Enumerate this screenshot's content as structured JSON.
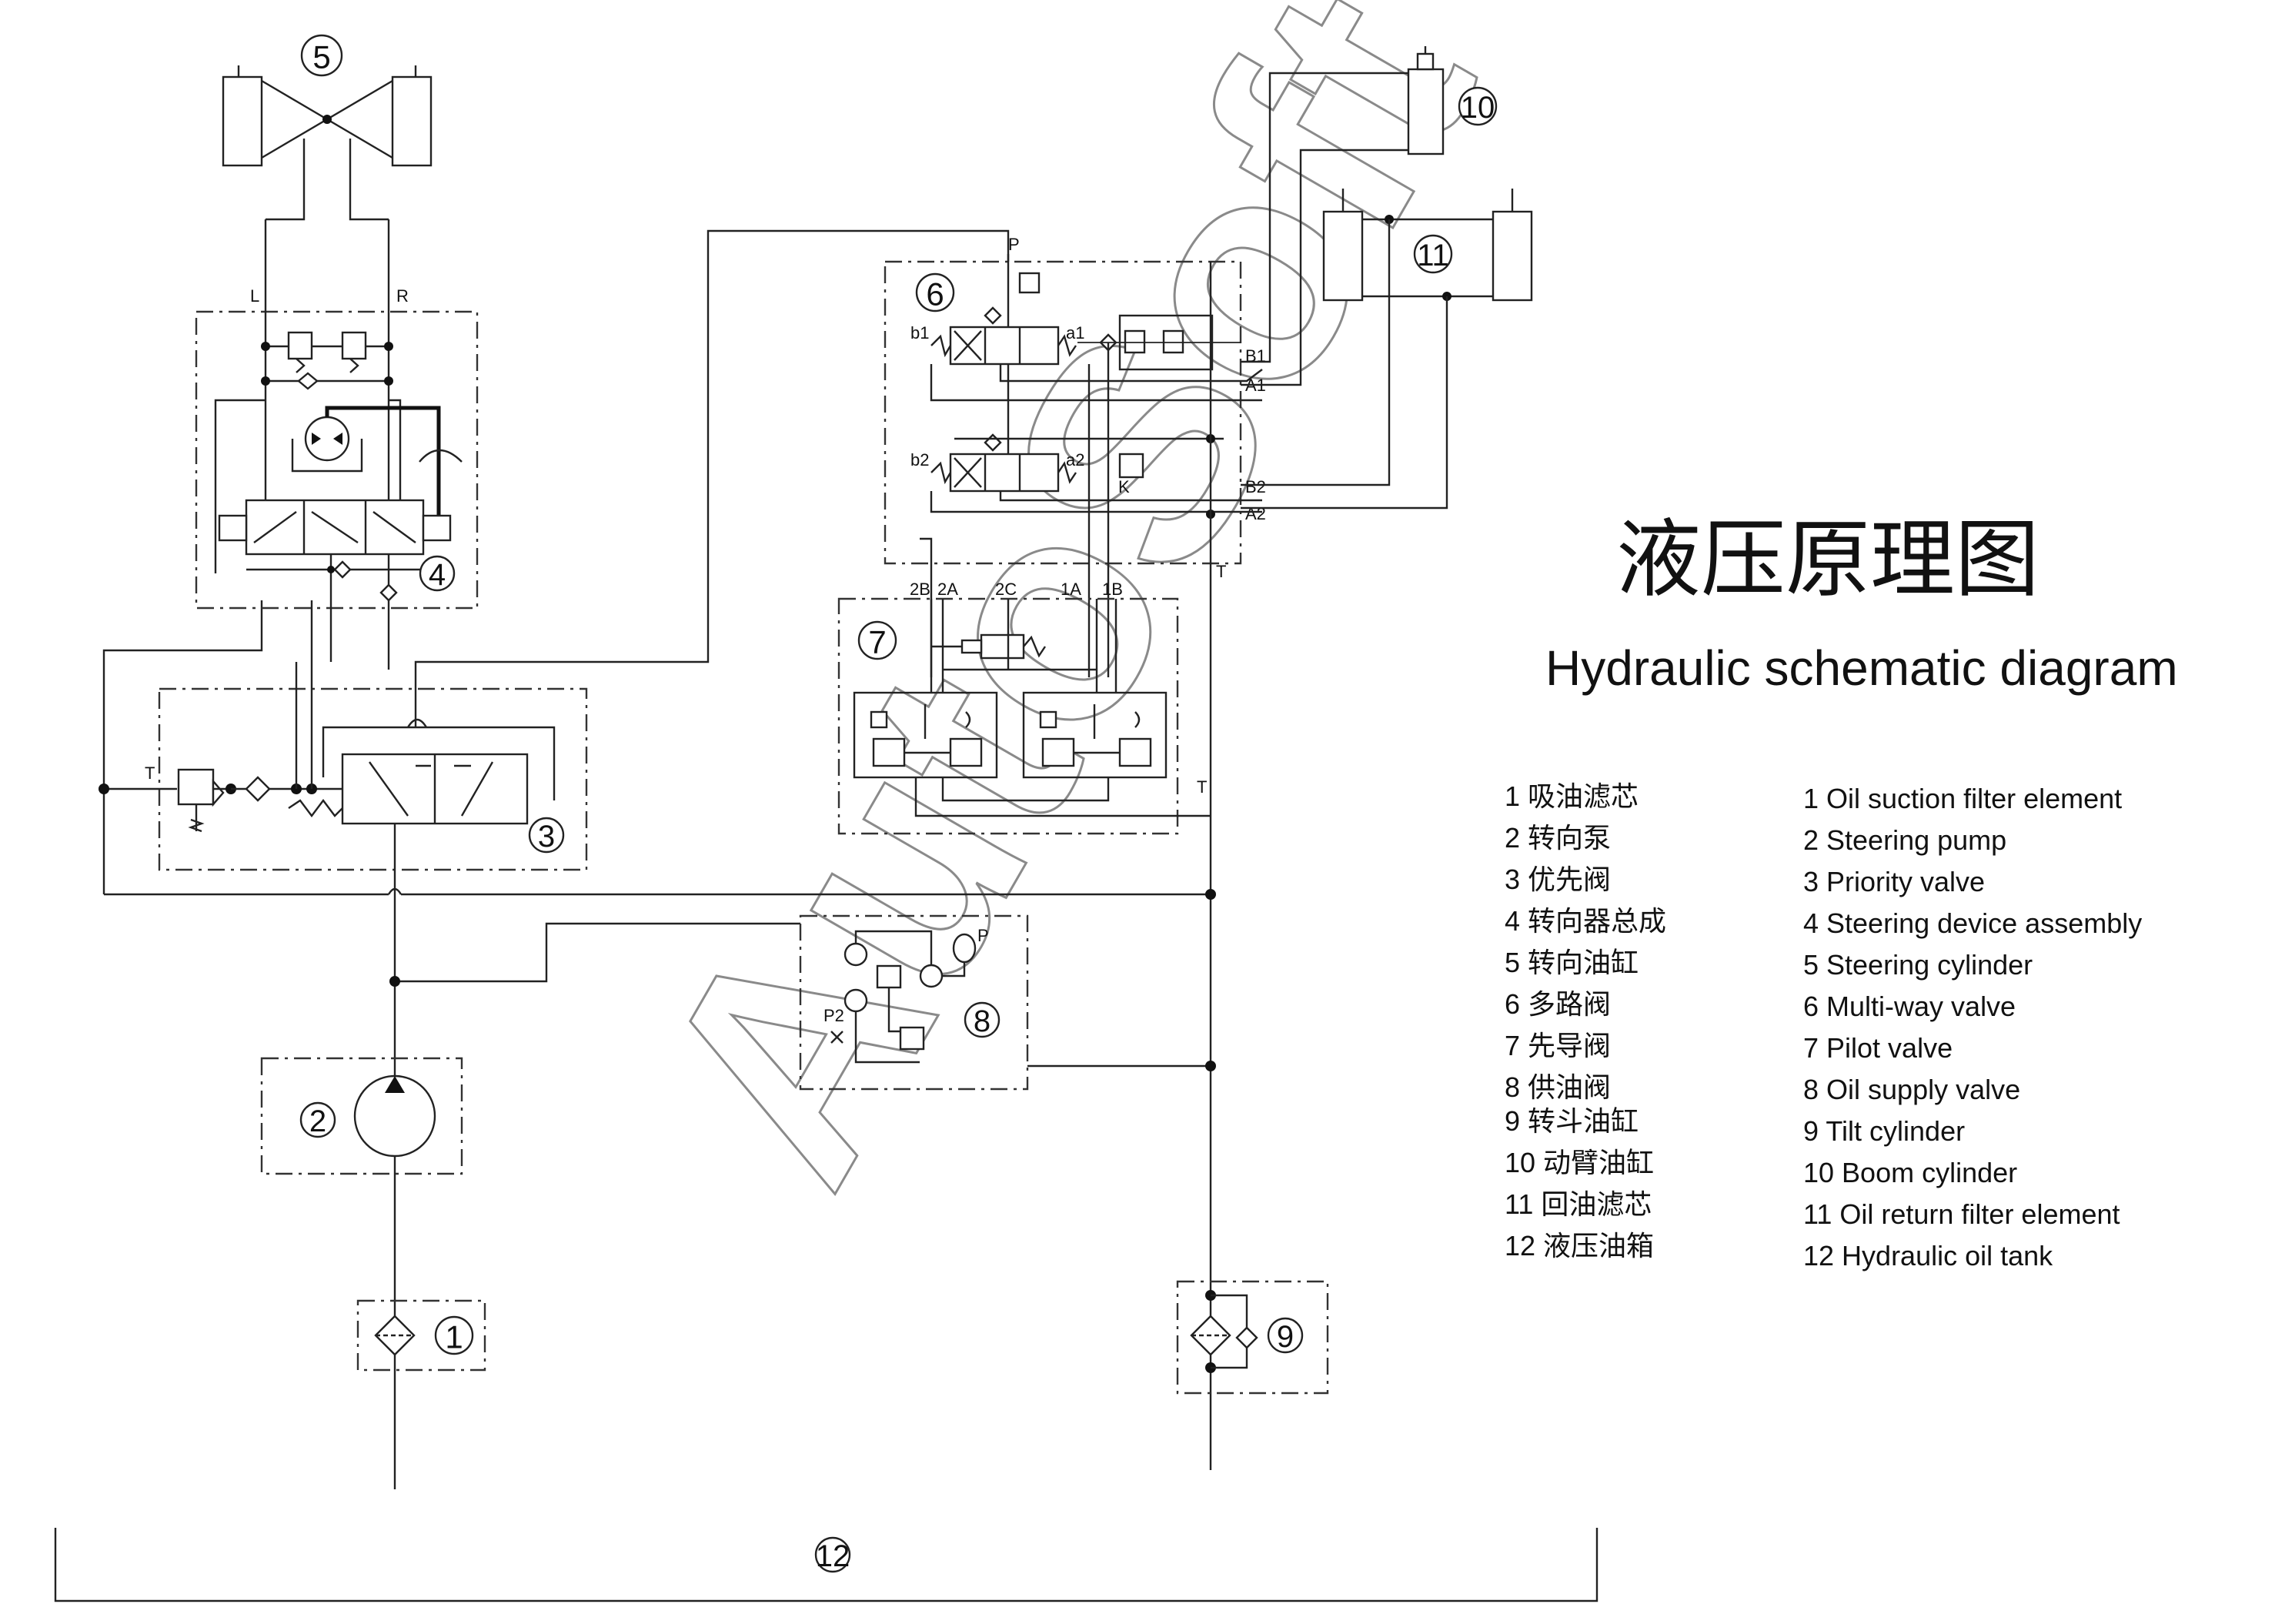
{
  "title_cn": "液压原理图",
  "title_en": "Hydraulic schematic diagram",
  "watermark": "AutoSoft",
  "components": [
    {
      "id": "1",
      "cn": "1 吸油滤芯",
      "en": "1 Oil suction filter element"
    },
    {
      "id": "2",
      "cn": "2 转向泵",
      "en": "2 Steering pump"
    },
    {
      "id": "3",
      "cn": "3  优先阀",
      "en": "3  Priority valve"
    },
    {
      "id": "4",
      "cn": "4 转向器总成",
      "en": "4 Steering device assembly"
    },
    {
      "id": "5",
      "cn": "5 转向油缸",
      "en": "5 Steering cylinder"
    },
    {
      "id": "6",
      "cn": "6 多路阀",
      "en": "6 Multi-way valve"
    },
    {
      "id": "7",
      "cn": "7  先导阀",
      "en": "7  Pilot valve"
    },
    {
      "id": "8",
      "cn": "8  供油阀",
      "en": "8  Oil supply valve"
    },
    {
      "id": "9",
      "cn": "9 转斗油缸",
      "en": "9 Tilt cylinder"
    },
    {
      "id": "10",
      "cn": "10 动臂油缸",
      "en": "10 Boom cylinder"
    },
    {
      "id": "11",
      "cn": "11  回油滤芯",
      "en": "11  Oil return filter element"
    },
    {
      "id": "12",
      "cn": "12 液压油箱",
      "en": "12 Hydraulic oil tank"
    }
  ],
  "ports": {
    "L": "L",
    "R": "R",
    "T": "T",
    "P": "P",
    "b1": "b1",
    "a1": "a1",
    "b2": "b2",
    "a2": "a2",
    "B1": "B1",
    "A1": "A1",
    "B2": "B2",
    "A2": "A2",
    "K": "K",
    "p2B": "2B",
    "p2A": "2A",
    "p2C": "2C",
    "p1A": "1A",
    "p1B": "1B",
    "P2": "P2"
  },
  "colors": {
    "line": "#222222",
    "watermark": "#8a8a8a",
    "background": "#ffffff"
  }
}
